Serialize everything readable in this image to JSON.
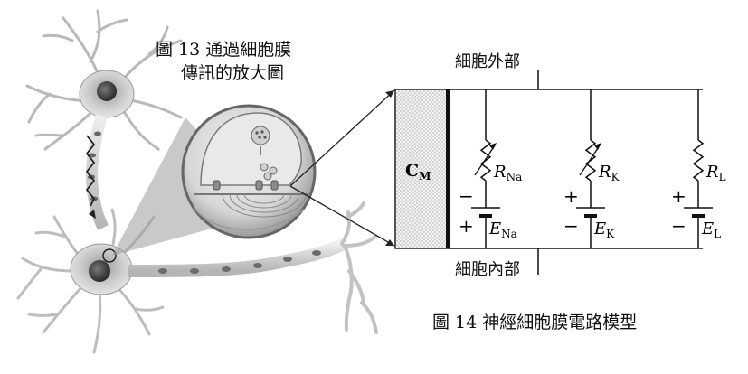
{
  "figure13": {
    "caption_line1": "圖 13 通過細胞膜",
    "caption_line2": "傳訊的放大圖"
  },
  "figure14": {
    "caption": "圖 14 神經細胞膜電路模型",
    "outside_label": "細胞外部",
    "inside_label": "細胞內部",
    "capacitor": {
      "symbol": "C",
      "subscript": "M"
    },
    "branches": [
      {
        "resistor_symbol": "R",
        "resistor_sub": "Na",
        "battery_symbol": "E",
        "battery_sub": "Na",
        "sign_top": "−",
        "sign_bottom": "+",
        "variable": true
      },
      {
        "resistor_symbol": "R",
        "resistor_sub": "K",
        "battery_symbol": "E",
        "battery_sub": "K",
        "sign_top": "+",
        "sign_bottom": "−",
        "variable": true
      },
      {
        "resistor_symbol": "R",
        "resistor_sub": "L",
        "battery_symbol": "E",
        "battery_sub": "L",
        "sign_top": "+",
        "sign_bottom": "−",
        "variable": false
      }
    ]
  }
}
